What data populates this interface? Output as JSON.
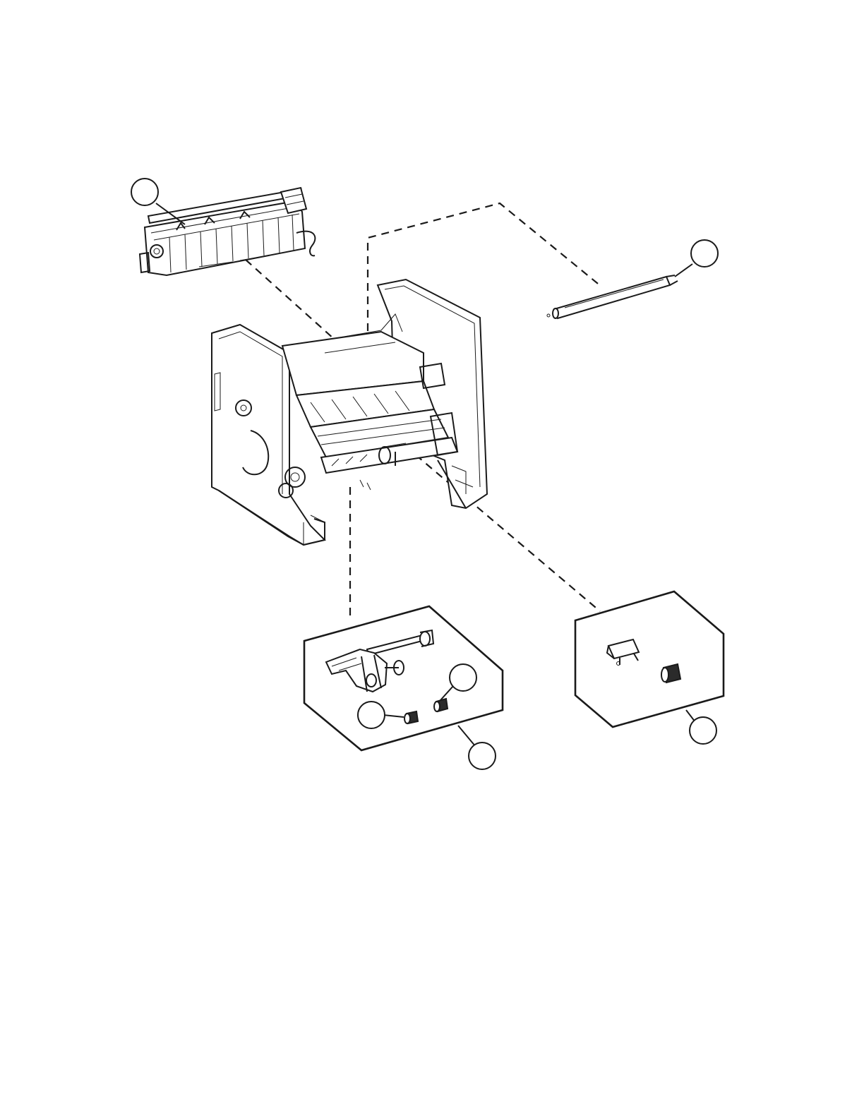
{
  "figure": {
    "callouts": [
      {
        "id": "fuser",
        "label": ""
      },
      {
        "id": "transfer-roller",
        "label": ""
      },
      {
        "id": "pick-roller-a",
        "label": ""
      },
      {
        "id": "pick-roller-b",
        "label": ""
      },
      {
        "id": "pick-assembly",
        "label": ""
      },
      {
        "id": "separator-assembly",
        "label": ""
      }
    ]
  }
}
